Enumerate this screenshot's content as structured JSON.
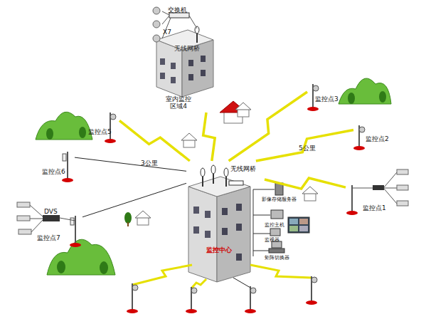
{
  "diagram": {
    "nodes": [
      {
        "text": [
          "无线网桥",
          "室内监控区域4"
        ]
      },
      {
        "text": [
          "监控点3"
        ]
      },
      {
        "text": [
          "监控点2"
        ]
      },
      {
        "text": [
          "监控点1"
        ]
      },
      {
        "text": [
          "监控点5"
        ]
      },
      {
        "text": [
          "监控点6"
        ]
      },
      {
        "text": [
          "监控点7"
        ]
      },
      {
        "text": [
          "无线网桥",
          "监控中心"
        ]
      }
    ],
    "edges": [
      {
        "from": 7,
        "to": 0,
        "arrow": "none"
      },
      {
        "from": 7,
        "to": 1,
        "arrow": "none"
      },
      {
        "from": 7,
        "to": 2,
        "arrow": "none",
        "label": "5公里"
      },
      {
        "from": 7,
        "to": 3,
        "arrow": "none"
      },
      {
        "from": 7,
        "to": 4,
        "arrow": "none"
      },
      {
        "from": 7,
        "to": 5,
        "arrow": "none",
        "label": "3公里"
      },
      {
        "from": 7,
        "to": 6,
        "arrow": "none"
      }
    ],
    "labels": [
      "交换机",
      "X7",
      "DVS",
      "影像存储服务器",
      "监控主机",
      "监视器",
      "矩阵切换器"
    ]
  }
}
